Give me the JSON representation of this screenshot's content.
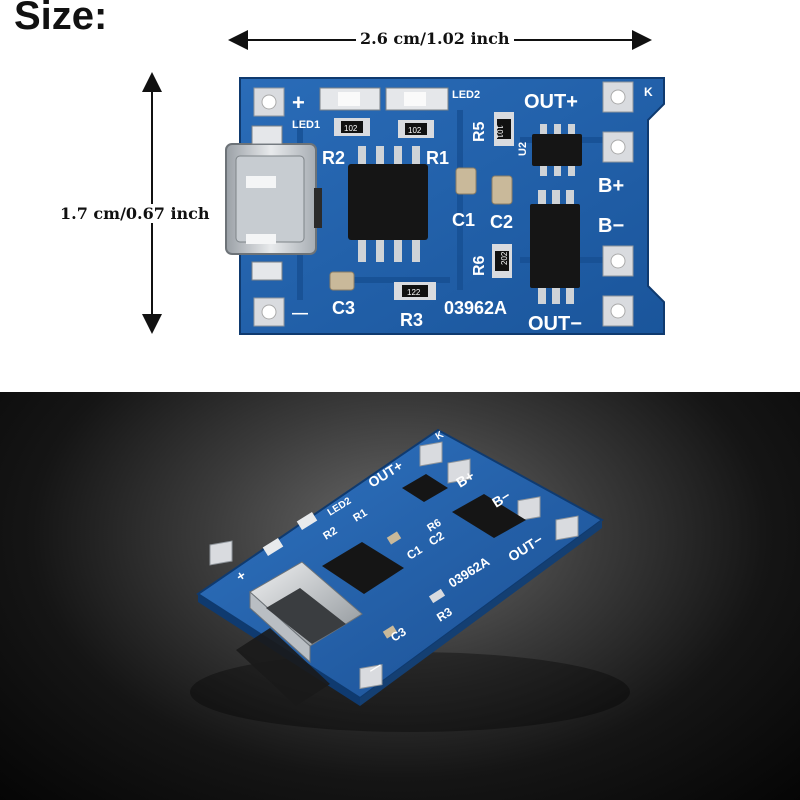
{
  "title": "Size:",
  "width_label": "2.6 cm/1.02 inch",
  "height_label": "1.7 cm/0.67 inch",
  "board": {
    "silkscreen": {
      "plus": "+",
      "minus": "—",
      "led1": "LED1",
      "led2": "LED2",
      "r1": "R1",
      "r2": "R2",
      "r3": "R3",
      "r5": "R5",
      "r6": "R6",
      "c1": "C1",
      "c2": "C2",
      "c3": "C3",
      "out_plus": "OUT+",
      "out_minus": "OUT−",
      "b_plus": "B+",
      "b_minus": "B−",
      "u2": "U2",
      "k": "K",
      "code": "03962A"
    },
    "resistor_codes": {
      "r1": "102",
      "r2": "102",
      "r3": "122",
      "r5": "101",
      "r6": "202"
    }
  },
  "colors": {
    "pcb": "#1f5fa8",
    "pcb_dark": "#123f78",
    "pad": "#d9dbdf",
    "chip": "#151515",
    "silk": "#ffffff"
  }
}
